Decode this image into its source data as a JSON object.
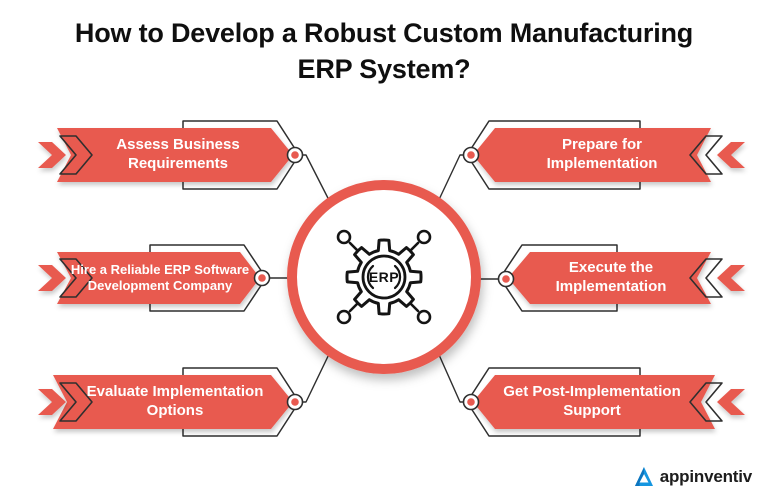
{
  "title": "How to Develop a Robust Custom Manufacturing ERP System?",
  "title_lines": [
    "How to Develop a Robust Custom Manufacturing",
    "ERP System?"
  ],
  "center": {
    "label": "ERP",
    "icon": "erp-gear-network-icon"
  },
  "steps": [
    {
      "side": "left",
      "label": "Assess Business Requirements"
    },
    {
      "side": "left",
      "label": "Hire a Reliable ERP Software Development Company"
    },
    {
      "side": "left",
      "label": "Evaluate Implementation Options"
    },
    {
      "side": "right",
      "label": "Prepare for Implementation"
    },
    {
      "side": "right",
      "label": "Execute the Implementation"
    },
    {
      "side": "right",
      "label": "Get Post-Implementation Support"
    }
  ],
  "branding": {
    "logo_text": "appinventiv",
    "logo_icon": "appinventiv-triangle-logo"
  },
  "colors": {
    "accent_red": "#e85a50",
    "outline_dark": "#2f2f2f",
    "banner_text": "#ffffff",
    "title_text": "#0f0f0f",
    "logo_blue": "#1596e0"
  }
}
